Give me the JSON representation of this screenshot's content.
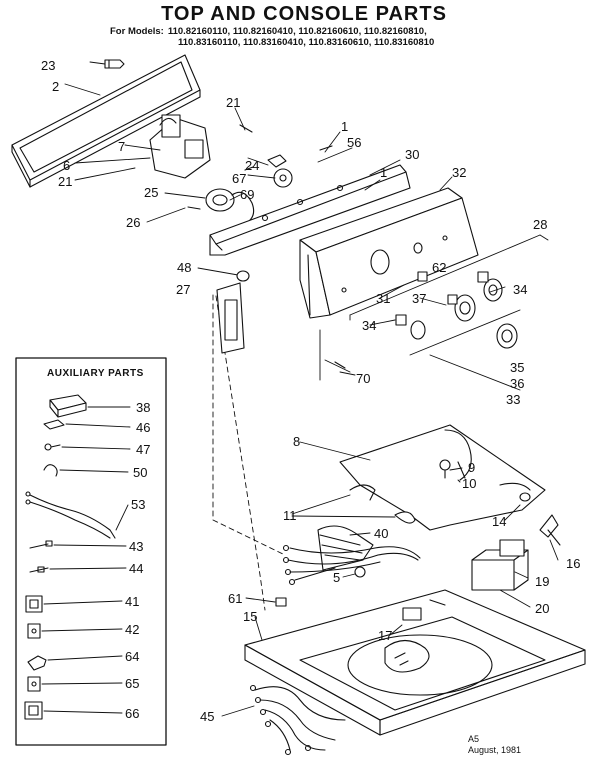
{
  "title": "TOP AND CONSOLE PARTS",
  "models_label": "For Models:",
  "models_row1": "110.82160110, 110.82160410, 110.82160610, 110.82160810,",
  "models_row2": "110.83160110, 110.83160410, 110.83160610, 110.83160810",
  "aux_title": "AUXILIARY PARTS",
  "signature_line1": "A5",
  "signature_line2": "August, 1981",
  "callouts": [
    {
      "id": "c23",
      "text": "23"
    },
    {
      "id": "c2",
      "text": "2"
    },
    {
      "id": "c21a",
      "text": "21"
    },
    {
      "id": "c1a",
      "text": "1"
    },
    {
      "id": "c56",
      "text": "56"
    },
    {
      "id": "c7",
      "text": "7"
    },
    {
      "id": "c6",
      "text": "6"
    },
    {
      "id": "c21b",
      "text": "21"
    },
    {
      "id": "c24",
      "text": "24"
    },
    {
      "id": "c67",
      "text": "67"
    },
    {
      "id": "c30",
      "text": "30"
    },
    {
      "id": "c1b",
      "text": "1"
    },
    {
      "id": "c25",
      "text": "25"
    },
    {
      "id": "c69",
      "text": "69"
    },
    {
      "id": "c32",
      "text": "32"
    },
    {
      "id": "c26",
      "text": "26"
    },
    {
      "id": "c28",
      "text": "28"
    },
    {
      "id": "c48",
      "text": "48"
    },
    {
      "id": "c62",
      "text": "62"
    },
    {
      "id": "c27",
      "text": "27"
    },
    {
      "id": "c34a",
      "text": "34"
    },
    {
      "id": "c31",
      "text": "31"
    },
    {
      "id": "c37",
      "text": "37"
    },
    {
      "id": "c34b",
      "text": "34"
    },
    {
      "id": "c35",
      "text": "35"
    },
    {
      "id": "c36",
      "text": "36"
    },
    {
      "id": "c70",
      "text": "70"
    },
    {
      "id": "c33",
      "text": "33"
    },
    {
      "id": "c8",
      "text": "8"
    },
    {
      "id": "c9",
      "text": "9"
    },
    {
      "id": "c10",
      "text": "10"
    },
    {
      "id": "c11",
      "text": "11"
    },
    {
      "id": "c14",
      "text": "14"
    },
    {
      "id": "c40",
      "text": "40"
    },
    {
      "id": "c16",
      "text": "16"
    },
    {
      "id": "c5",
      "text": "5"
    },
    {
      "id": "c19",
      "text": "19"
    },
    {
      "id": "c61",
      "text": "61"
    },
    {
      "id": "c20",
      "text": "20"
    },
    {
      "id": "c15",
      "text": "15"
    },
    {
      "id": "c17",
      "text": "17"
    },
    {
      "id": "c45",
      "text": "45"
    },
    {
      "id": "a38",
      "text": "38"
    },
    {
      "id": "a46",
      "text": "46"
    },
    {
      "id": "a47",
      "text": "47"
    },
    {
      "id": "a50",
      "text": "50"
    },
    {
      "id": "a53",
      "text": "53"
    },
    {
      "id": "a43",
      "text": "43"
    },
    {
      "id": "a44",
      "text": "44"
    },
    {
      "id": "a41",
      "text": "41"
    },
    {
      "id": "a42",
      "text": "42"
    },
    {
      "id": "a64",
      "text": "64"
    },
    {
      "id": "a65",
      "text": "65"
    },
    {
      "id": "a66",
      "text": "66"
    }
  ]
}
